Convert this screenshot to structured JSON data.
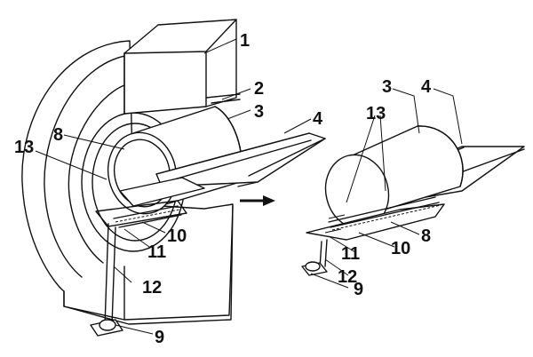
{
  "labels": {
    "l1": "1",
    "l2": "2",
    "l3a": "3",
    "l4a": "4",
    "l8a": "8",
    "l13a": "13",
    "l10a": "10",
    "l11a": "11",
    "l12a": "12",
    "l9a": "9",
    "l3b": "3",
    "l4b": "4",
    "l13b": "13",
    "l8b": "8",
    "l10b": "10",
    "l11b": "11",
    "l12b": "12",
    "l9b": "9"
  },
  "colors": {
    "line": "#111111",
    "background": "#ffffff"
  },
  "icons": {
    "arrow": "right-arrow-icon"
  }
}
